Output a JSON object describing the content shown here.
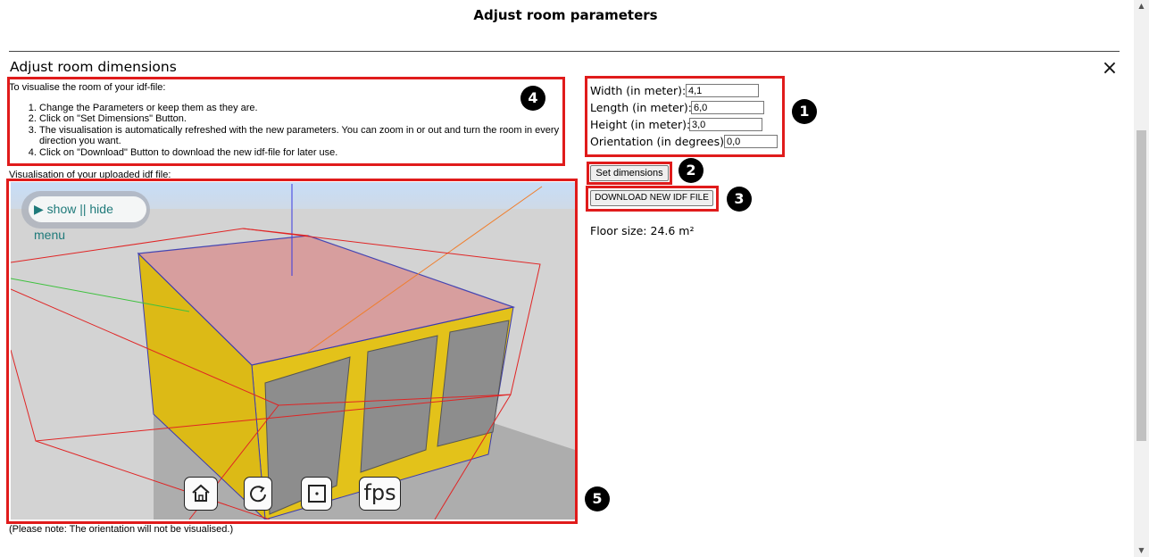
{
  "header": {
    "title": "Adjust room parameters"
  },
  "section": {
    "title": "Adjust room dimensions",
    "close_icon": "×"
  },
  "instructions": {
    "intro": "To visualise the room of your idf-file:",
    "steps": [
      "Change the Parameters or keep them as they are.",
      "Click on \"Set Dimensions\" Button.",
      "The visualisation is automatically refreshed with the new parameters. You can zoom in or out and turn the room in every direction you want.",
      "Click on \"Download\" Button to download the new idf-file for later use."
    ]
  },
  "visualisation": {
    "label": "Visualisation of your uploaded idf file:",
    "menu_toggle": "▶ show || hide menu",
    "controls": {
      "home": "home-icon",
      "rotate": "rotate-icon",
      "center": "center-icon",
      "fps": "fps"
    },
    "note": "(Please note: The orientation will not be visualised.)"
  },
  "parameters": {
    "width": {
      "label": "Width (in meter):",
      "value": "4,1"
    },
    "length": {
      "label": "Length (in meter):",
      "value": "6,0"
    },
    "height": {
      "label": "Height (in meter):",
      "value": "3,0"
    },
    "orientation": {
      "label": "Orientation (in degrees):",
      "value": "0,0"
    }
  },
  "buttons": {
    "set_dimensions": "Set dimensions",
    "download": "DOWNLOAD NEW IDF FILE"
  },
  "floor_size": "Floor size: 24.6 m²",
  "badges": [
    "1",
    "2",
    "3",
    "4",
    "5"
  ],
  "colors": {
    "annotation_red": "#e01b1b",
    "wall_yellow": "#e3c21a",
    "roof_pink": "#d89a9a",
    "menu_teal": "#1f7a7a"
  }
}
